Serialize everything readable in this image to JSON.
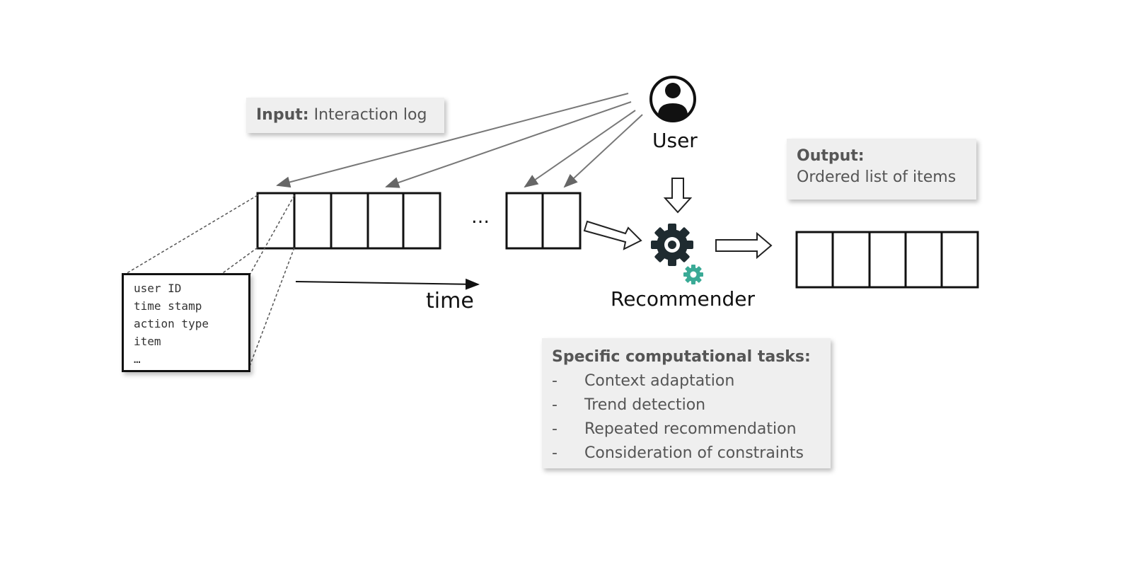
{
  "input_box": {
    "bold": "Input:",
    "text": "Interaction log"
  },
  "output_box": {
    "bold": "Output:",
    "text": "Ordered list of items"
  },
  "user_label": "User",
  "recommender_label": "Recommender",
  "time_label": "time",
  "ellipsis": "…",
  "record_fields": [
    "user ID",
    "time stamp",
    "action type",
    "item",
    "…"
  ],
  "tasks": {
    "title": "Specific computational tasks:",
    "items": [
      {
        "dash": "-",
        "text": "Context adaptation"
      },
      {
        "dash": "-",
        "text": "Trend detection"
      },
      {
        "dash": "-",
        "text": "Repeated recommendation"
      },
      {
        "dash": "-",
        "text": "Consideration of constraints"
      }
    ]
  },
  "colors": {
    "gear_main": "#1f2b30",
    "gear_small": "#3aaa96",
    "box_bg": "#efefef",
    "line": "#777777"
  }
}
